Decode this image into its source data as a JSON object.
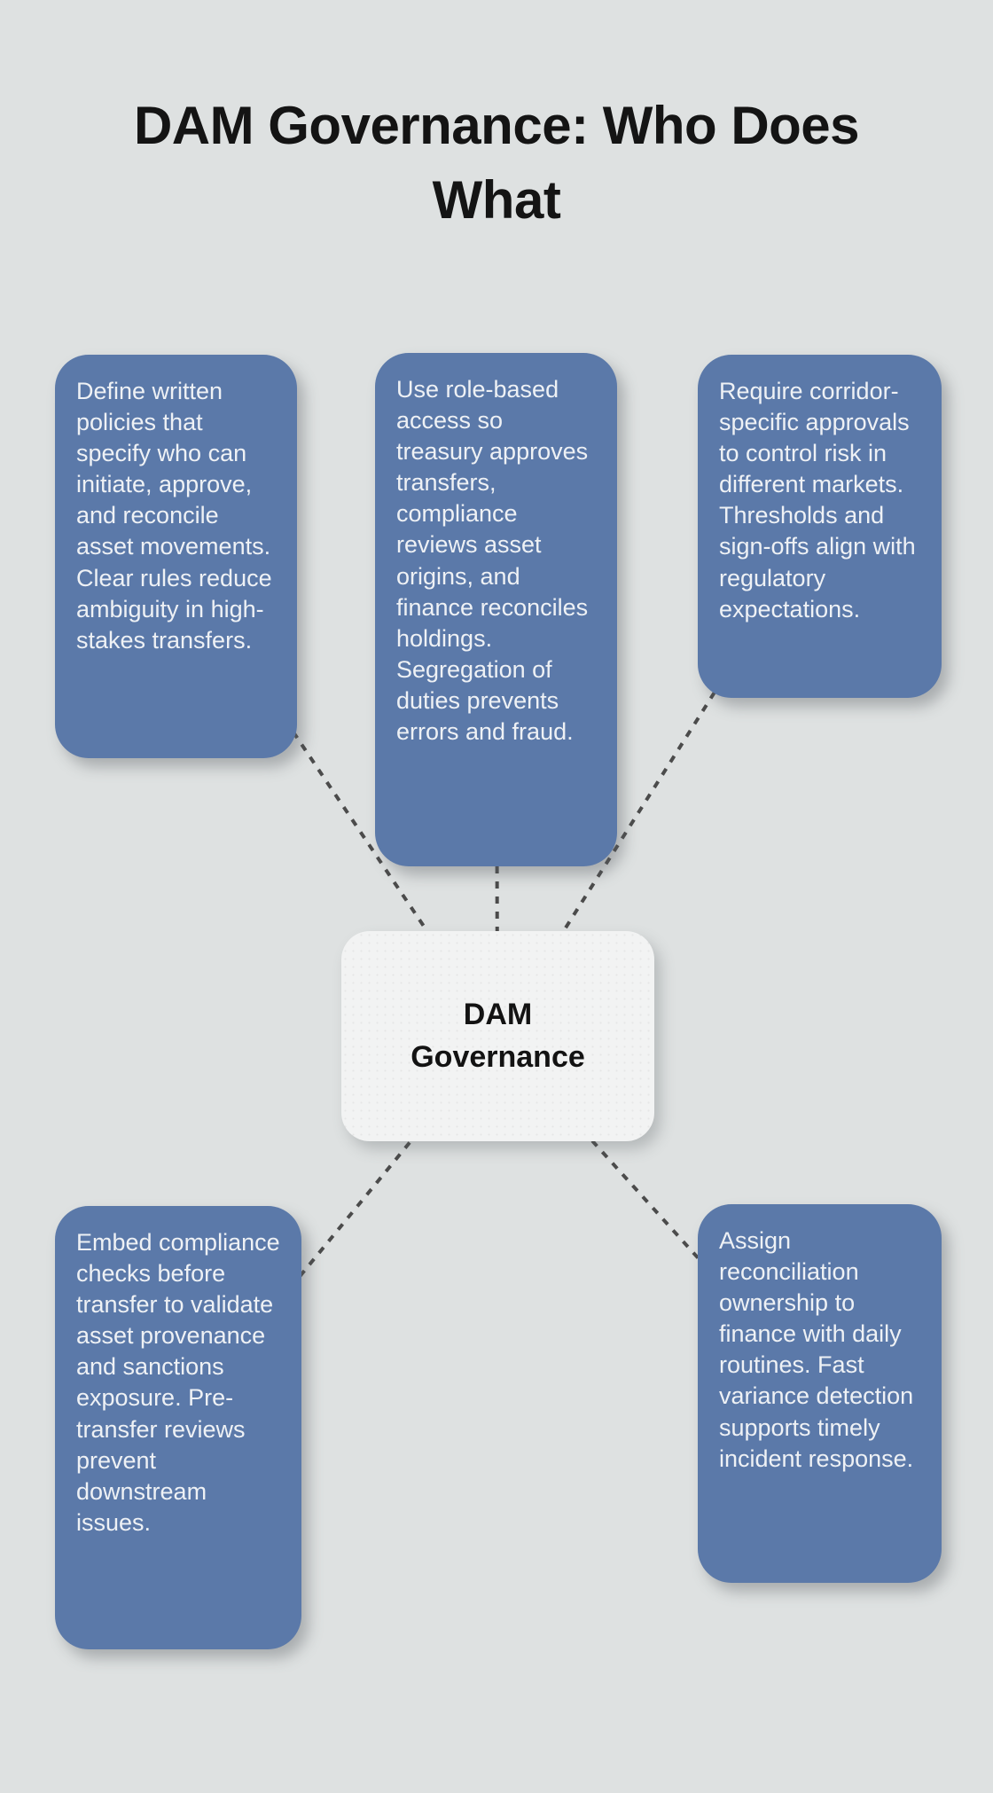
{
  "title": "DAM Governance: Who Does What",
  "center_node": {
    "label": "DAM Governance"
  },
  "nodes": {
    "top_left": {
      "text": "Define written policies that specify who can initiate, approve, and reconcile asset movements. Clear rules reduce ambiguity in high-stakes transfers."
    },
    "top_middle": {
      "text": "Use role-based access so treasury approves transfers, compliance reviews asset origins, and finance reconciles holdings. Segregation of duties prevents errors and fraud."
    },
    "top_right": {
      "text": "Require corridor-specific approvals to control risk in different markets. Thresholds and sign-offs align with regulatory expectations."
    },
    "bottom_left": {
      "text": "Embed compliance checks before transfer to validate asset provenance and sanctions exposure. Pre-transfer reviews prevent downstream issues."
    },
    "bottom_right": {
      "text": "Assign reconciliation ownership to finance with daily routines. Fast variance detection supports timely incident response."
    }
  },
  "colors": {
    "background": "#dee1e1",
    "node_fill": "#5b79a9",
    "node_text": "#eef1f5",
    "center_fill": "#f2f3f3",
    "center_text": "#131313",
    "title_text": "#141414",
    "connector": "#4b4b4b"
  }
}
